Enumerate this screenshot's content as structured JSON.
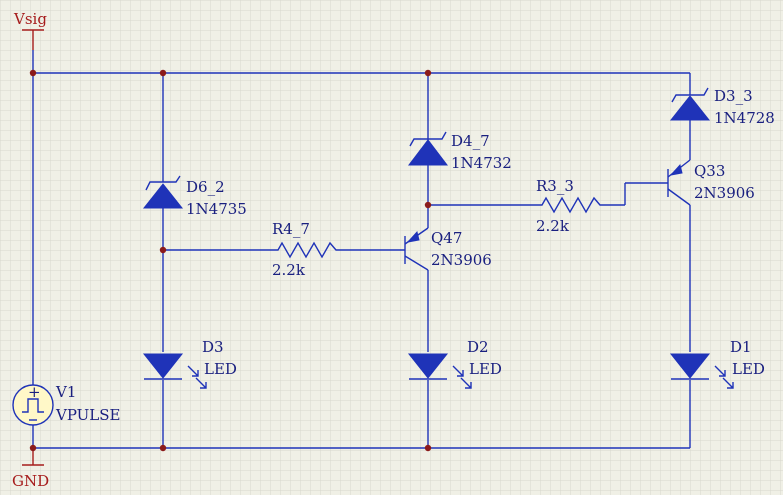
{
  "power": {
    "top_label": "Vsig",
    "bottom_label": "GND"
  },
  "source": {
    "ref": "V1",
    "value": "VPULSE"
  },
  "components": {
    "D6_2": {
      "ref": "D6_2",
      "value": "1N4735"
    },
    "D4_7": {
      "ref": "D4_7",
      "value": "1N4732"
    },
    "D3_3": {
      "ref": "D3_3",
      "value": "1N4728"
    },
    "R4_7": {
      "ref": "R4_7",
      "value": "2.2k"
    },
    "R3_3": {
      "ref": "R3_3",
      "value": "2.2k"
    },
    "Q47": {
      "ref": "Q47",
      "value": "2N3906"
    },
    "Q33": {
      "ref": "Q33",
      "value": "2N3906"
    },
    "D3": {
      "ref": "D3",
      "value": "LED"
    },
    "D2": {
      "ref": "D2",
      "value": "LED"
    },
    "D1": {
      "ref": "D1",
      "value": "LED"
    }
  },
  "colors": {
    "wire": "#1f33b8",
    "power": "#a61c1c",
    "grid": "#d6d6cc",
    "background": "#f0f0e6"
  }
}
